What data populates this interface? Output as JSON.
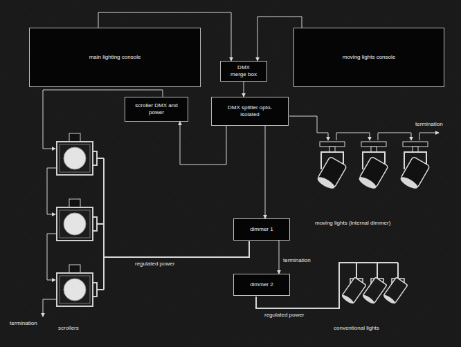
{
  "diagram": {
    "nodes": [
      {
        "text": [
          "main lighting console"
        ]
      },
      {
        "text": [
          "DMX merge box"
        ]
      },
      {
        "text": [
          "moving lights console"
        ]
      },
      {
        "text": [
          "scroller DMX and power"
        ]
      },
      {
        "text": [
          "DMX splitter opto-isolated"
        ]
      },
      {
        "text": [
          "dimmer 1"
        ]
      },
      {
        "text": [
          "dimmer 2"
        ]
      }
    ],
    "edges": [
      {
        "from": 0,
        "to": 1,
        "arrow": "to"
      },
      {
        "from": 2,
        "to": 1,
        "arrow": "to"
      },
      {
        "from": 1,
        "to": 4,
        "arrow": "to"
      },
      {
        "from": 4,
        "to": 3,
        "arrow": "to"
      },
      {
        "from": 4,
        "to": 5,
        "arrow": "to"
      },
      {
        "from": 5,
        "to": 6,
        "arrow": "to"
      }
    ],
    "labels": [
      "termination",
      "moving lights (internal dimmer)",
      "regulated power",
      "termination",
      "regulated power",
      "termination",
      "scrollers",
      "conventional lights"
    ]
  }
}
